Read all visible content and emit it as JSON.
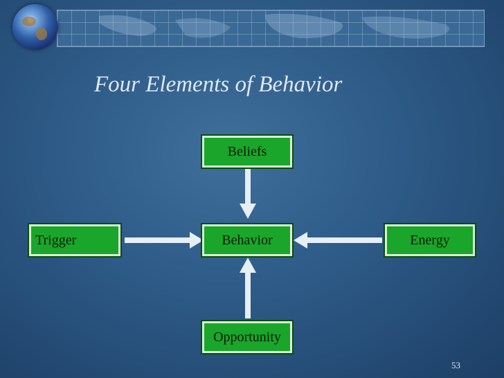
{
  "slide": {
    "title": "Four Elements of Behavior",
    "page_number": "53"
  },
  "diagram": {
    "nodes": {
      "beliefs": "Beliefs",
      "trigger": "Trigger",
      "behavior": "Behavior",
      "energy": "Energy",
      "opportunity": "Opportunity"
    },
    "edges": [
      {
        "from": "beliefs",
        "to": "behavior"
      },
      {
        "from": "trigger",
        "to": "behavior"
      },
      {
        "from": "energy",
        "to": "behavior"
      },
      {
        "from": "opportunity",
        "to": "behavior"
      }
    ]
  },
  "colors": {
    "background": "#2d5a86",
    "node_fill": "#1aa62a",
    "node_border": "#d8f2d3",
    "arrow": "#e6eef6",
    "title_text": "#dfe8f3"
  },
  "icons": {
    "logo": "globe-icon",
    "banner": "world-map-banner"
  }
}
